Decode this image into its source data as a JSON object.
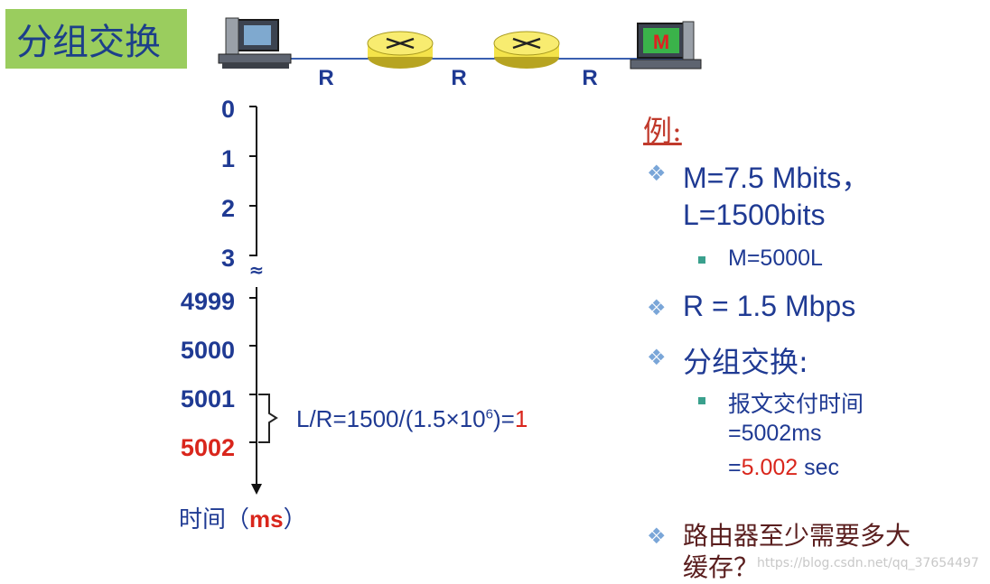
{
  "title": "分组交换",
  "network": {
    "link_labels": [
      "R",
      "R",
      "R"
    ],
    "dest_label": "M"
  },
  "timeline": {
    "ticks": [
      "0",
      "1",
      "2",
      "3",
      "4999",
      "5000",
      "5001",
      "5002"
    ],
    "break_mark": "≈",
    "axis_label_prefix": "时间（",
    "axis_label_unit": "ms",
    "axis_label_suffix": "）",
    "formula_main": "L/R=1500/(1.5×10",
    "formula_exp": "6",
    "formula_close": ")=",
    "formula_result": "1"
  },
  "example": {
    "heading": "例:",
    "m_line1": "M=7.5 Mbits，",
    "m_line2": "L=1500bits",
    "m_sub": "M=5000L",
    "r_line": "R = 1.5 Mbps",
    "ps_head": "分组交换:",
    "ps_sub1": "报文交付时间",
    "ps_sub2": "=5002ms",
    "ps_sub3_prefix": "=",
    "ps_sub3_value": "5.002",
    "ps_sub3_unit": " sec",
    "question_line1": "路由器至少需要多大",
    "question_line2": "缓存？"
  },
  "watermark": "https://blog.csdn.net/qq_37654497",
  "colors": {
    "title_bg": "#9acd5e",
    "text_blue": "#1f3a93",
    "accent_red": "#d9261c",
    "router_yellow": "#f4e34a"
  }
}
